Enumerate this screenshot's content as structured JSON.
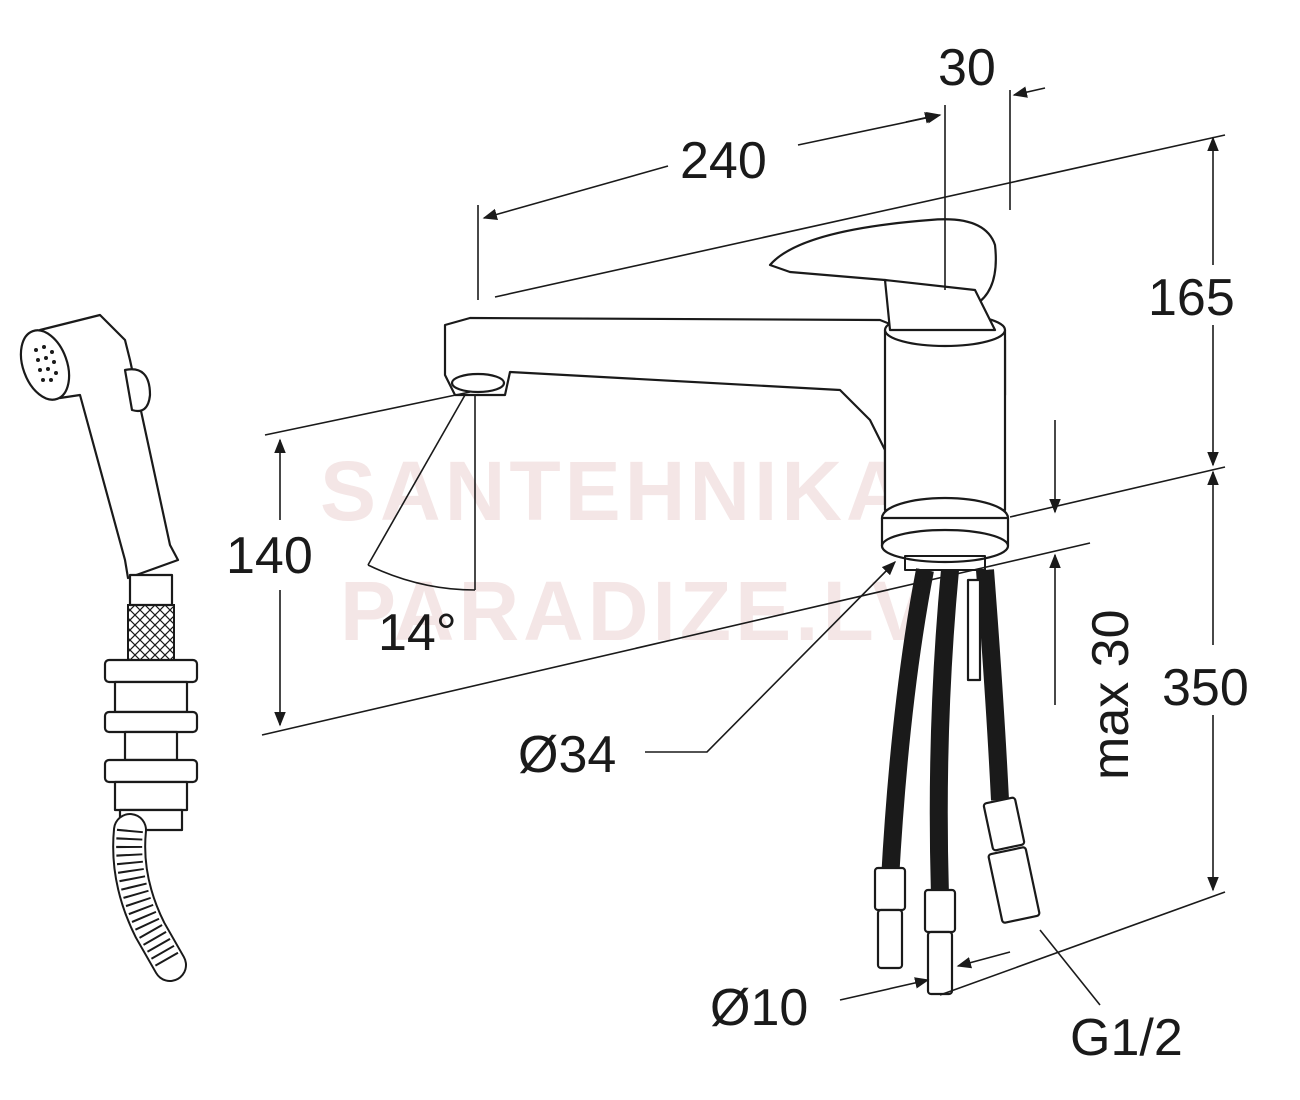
{
  "watermark": {
    "line1": "SANTEHNIKAS",
    "line2": "PARADIZE.LV"
  },
  "dimensions": {
    "width_spout": "240",
    "width_handle": "30",
    "height_top": "165",
    "height_spout": "140",
    "angle": "14°",
    "base_diameter": "Ø34",
    "mount_max": "max 30",
    "hose_length": "350",
    "hose_diameter": "Ø10",
    "thread": "G1/2"
  }
}
